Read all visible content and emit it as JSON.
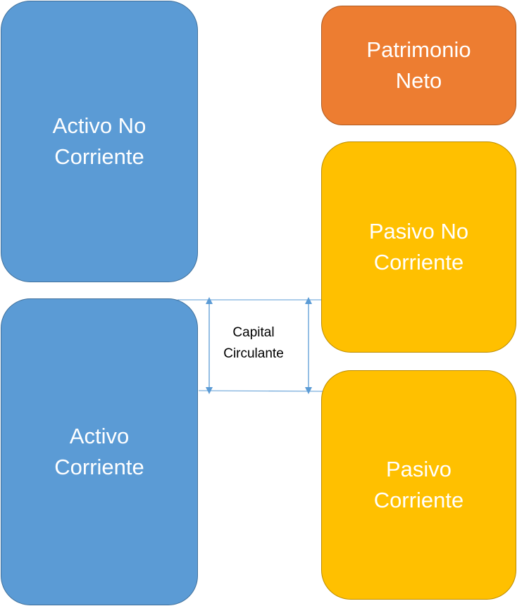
{
  "blocks": {
    "activo_no_corriente": "Activo No\nCorriente",
    "activo_corriente": "Activo\nCorriente",
    "patrimonio_neto": "Patrimonio\nNeto",
    "pasivo_no_corriente": "Pasivo No\nCorriente",
    "pasivo_corriente": "Pasivo\nCorriente"
  },
  "annotation": {
    "capital_circulante": "Capital\nCirculante"
  },
  "colors": {
    "asset": "#5b9bd5",
    "equity": "#ed7d31",
    "liability": "#ffc000",
    "connector": "#5b9bd5"
  }
}
